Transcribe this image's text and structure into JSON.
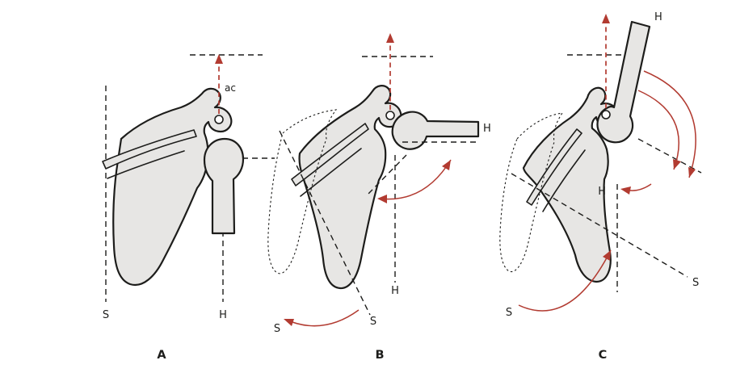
{
  "colors": {
    "bone-fill": "#e7e6e4",
    "outline": "#1d1d1b",
    "accent": "#b23b31"
  },
  "panels": {
    "a": {
      "letter": "A",
      "ac_label": "ac",
      "s_label": "S",
      "h_label": "H"
    },
    "b": {
      "letter": "B",
      "h_shaft_label": "H",
      "h_axis_label": "H",
      "s_right_label": "S",
      "s_left_label": "S"
    },
    "c": {
      "letter": "C",
      "h_top_label": "H",
      "h_axis_label": "H",
      "s_right_label": "S",
      "s_left_label": "S"
    }
  }
}
